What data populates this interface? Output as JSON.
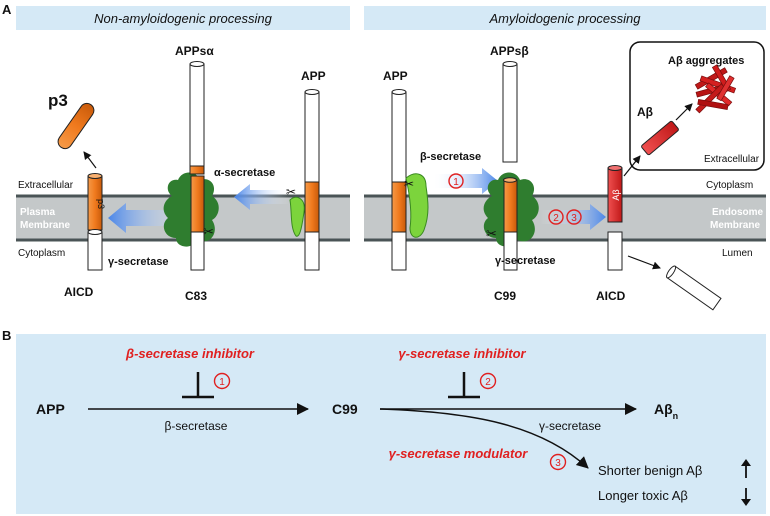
{
  "panel_a": {
    "letter": "A",
    "left_title": "Non-amyloidogenic processing",
    "right_title": "Amyloidogenic processing",
    "left": {
      "appsa": "APPsα",
      "app": "APP",
      "p3_top": "p3",
      "p3_in_membrane": "p3",
      "alpha_secretase": "α-secretase",
      "gamma_secretase": "γ-secretase",
      "extracellular": "Extracellular",
      "plasma": "Plasma",
      "membrane": "Membrane",
      "cytoplasm": "Cytoplasm",
      "aicd": "AICD",
      "c83": "C83"
    },
    "right": {
      "app": "APP",
      "appsb": "APPsβ",
      "beta_secretase": "β-secretase",
      "gamma_secretase": "γ-secretase",
      "abeta_aggregates": "Aβ aggregates",
      "abeta": "Aβ",
      "abeta_in_membrane": "Aβ",
      "extracellular": "Extracellular",
      "cytoplasm": "Cytoplasm",
      "endosome": "Endosome",
      "membrane": "Membrane",
      "lumen": "Lumen",
      "c99": "C99",
      "aicd": "AICD",
      "step1": "1",
      "step2": "2",
      "step3": "3"
    }
  },
  "panel_b": {
    "letter": "B",
    "beta_inhibitor": "β-secretase inhibitor",
    "gamma_inhibitor": "γ-secretase inhibitor",
    "gamma_modulator": "γ-secretase modulator",
    "app": "APP",
    "c99": "C99",
    "abeta_main": "Aβ",
    "abeta_sub": "n",
    "beta_secretase": "β-secretase",
    "gamma_secretase": "γ-secretase",
    "shorter": "Shorter benign Aβ",
    "longer": "Longer toxic Aβ",
    "step1": "1",
    "step2": "2",
    "step3": "3"
  },
  "colors": {
    "panel_bg": "#d5e9f6",
    "membrane": "#c4c8c9",
    "orange": "#f07a1e",
    "red": "#e02020",
    "enzyme_dark": "#2f7d2f",
    "enzyme_light": "#7cd43c",
    "arrow_blue": "#4a86e8"
  }
}
